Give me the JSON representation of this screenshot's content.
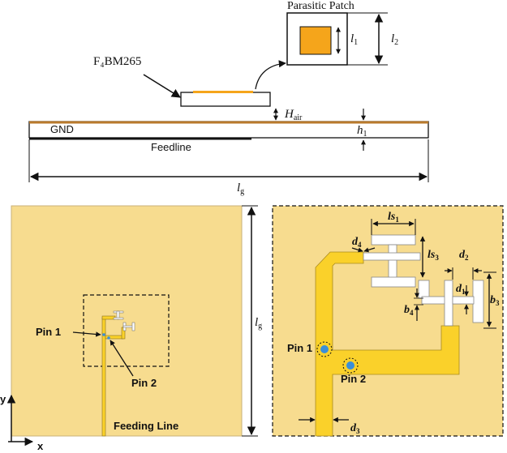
{
  "colors": {
    "substrate": "#f7dc8f",
    "conductor": "#fad12a",
    "patch_fill": "#f5a51b",
    "ground_line": "#b97a2c",
    "pin": "#3a8fd9",
    "ink": "#111111"
  },
  "side_view": {
    "parasitic_patch_title": "Parasitic Patch",
    "substrate_name": "F₄BM265",
    "gnd_label": "GND",
    "feedline_label": "Feedline",
    "h_air": {
      "sym": "H",
      "sub": "air"
    },
    "h1": {
      "sym": "h",
      "sub": "1"
    },
    "lg": {
      "sym": "l",
      "sub": "g"
    },
    "l1": {
      "sym": "l",
      "sub": "1"
    },
    "l2": {
      "sym": "l",
      "sub": "2"
    }
  },
  "top_view": {
    "pin1_label": "Pin 1",
    "pin2_label": "Pin 2",
    "feeding_line_label": "Feeding Line",
    "lg": {
      "sym": "l",
      "sub": "g"
    },
    "axis_y": "y",
    "axis_x": "x"
  },
  "detail_view": {
    "ls1": {
      "sym": "ls",
      "sub": "1"
    },
    "ls3": {
      "sym": "ls",
      "sub": "3"
    },
    "d4": {
      "sym": "d",
      "sub": "4"
    },
    "d2": {
      "sym": "d",
      "sub": "2"
    },
    "d1": {
      "sym": "d",
      "sub": "1"
    },
    "b3": {
      "sym": "b",
      "sub": "3"
    },
    "b4": {
      "sym": "b",
      "sub": "4"
    },
    "d3": {
      "sym": "d",
      "sub": "3"
    },
    "pin1_label": "Pin 1",
    "pin2_label": "Pin 2"
  }
}
